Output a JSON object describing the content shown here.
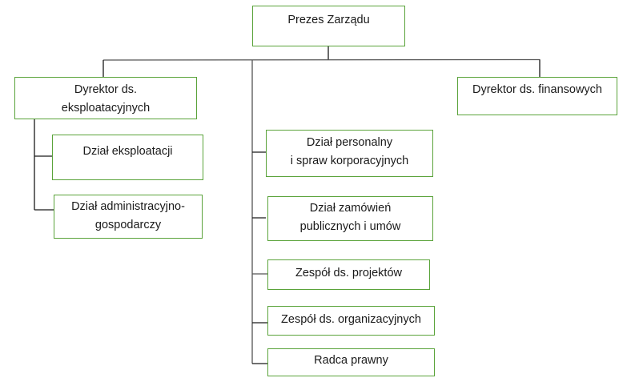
{
  "chart": {
    "type": "org-chart",
    "nodes": {
      "prezes": {
        "lines": [
          "Prezes Zarządu"
        ]
      },
      "dyr_eksp": {
        "lines": [
          "Dyrektor ds.",
          "eksploatacyjnych"
        ]
      },
      "dyr_fin": {
        "lines": [
          "Dyrektor ds. finansowych"
        ]
      },
      "dz_eksp": {
        "lines": [
          "Dział eksploatacji"
        ]
      },
      "dz_adm": {
        "lines": [
          "Dział administracyjno-",
          "gospodarczy"
        ]
      },
      "dz_pers": {
        "lines": [
          "Dział personalny",
          "i spraw korporacyjnych"
        ]
      },
      "dz_zam": {
        "lines": [
          "Dział zamówień",
          "publicznych i umów"
        ]
      },
      "zesp_proj": {
        "lines": [
          "Zespół ds. projektów"
        ]
      },
      "zesp_org": {
        "lines": [
          "Zespół ds. organizacyjnych"
        ]
      },
      "radca": {
        "lines": [
          "Radca prawny"
        ]
      }
    },
    "hierarchy": [
      {
        "parent": "prezes",
        "children": [
          "dyr_eksp",
          "dz_pers",
          "dz_zam",
          "zesp_proj",
          "zesp_org",
          "radca",
          "dyr_fin"
        ]
      },
      {
        "parent": "dyr_eksp",
        "children": [
          "dz_eksp",
          "dz_adm"
        ]
      }
    ],
    "colors": {
      "box_border": "#5aa33a",
      "connector": "#1a1a1a",
      "text": "#1a1a1a"
    }
  }
}
